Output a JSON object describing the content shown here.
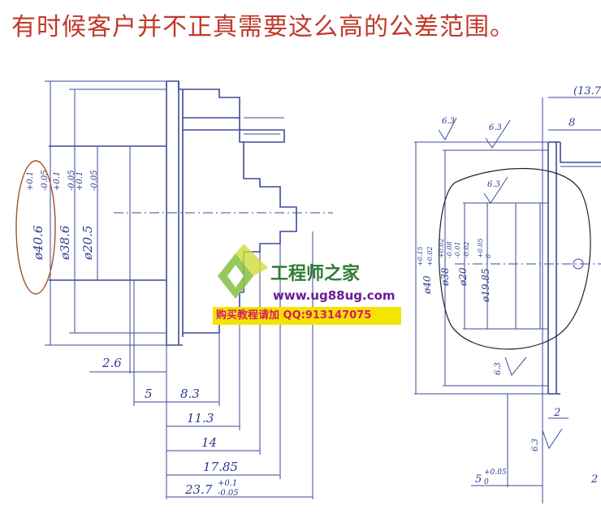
{
  "caption": "有时候客户并不正真需要这么高的公差范围。",
  "left_view": {
    "diameters": [
      {
        "nominal": "ø40.6",
        "upper": "+0.1",
        "lower": "-0.05"
      },
      {
        "nominal": "ø38.6",
        "upper": "+0.1",
        "lower": "-0.05"
      },
      {
        "nominal": "ø20.5",
        "upper": "+0.1",
        "lower": "-0.05"
      }
    ],
    "lengths": [
      {
        "value": "2.6"
      },
      {
        "value": "5"
      },
      {
        "value": "8.3"
      },
      {
        "value": "11.3"
      },
      {
        "value": "14"
      },
      {
        "value": "17.85"
      },
      {
        "value": "23.7",
        "upper": "+0.1",
        "lower": "-0.05"
      }
    ]
  },
  "right_view": {
    "top_dim": "(13.7",
    "dim_8": "8",
    "roughness": [
      "6.3",
      "6.3",
      "6.3",
      "6.3",
      "6.3"
    ],
    "diameters": [
      {
        "nominal": "ø40",
        "upper": "+0.15",
        "lower": "+0.02"
      },
      {
        "nominal": "ø38",
        "upper": "+0.02",
        "lower": "-0.08"
      },
      {
        "nominal": "ø20",
        "upper": "-0.01",
        "lower": "-0.02"
      },
      {
        "nominal": "ø19.85",
        "upper": "+0.05",
        "lower": "0"
      }
    ],
    "dim_2": "2",
    "dim_5": "5",
    "dim_5_tol": "+0.05",
    "dim_5_tol_lower": "0",
    "dim_right_cut": "2"
  },
  "watermark": {
    "title": "工程师之家",
    "url": "www.ug88ug.com",
    "buy": "购买教程请加 QQ:913147075"
  },
  "colors": {
    "caption": "#c0392b",
    "ink": "#3d4a9a",
    "annotation": "#a0522d"
  }
}
